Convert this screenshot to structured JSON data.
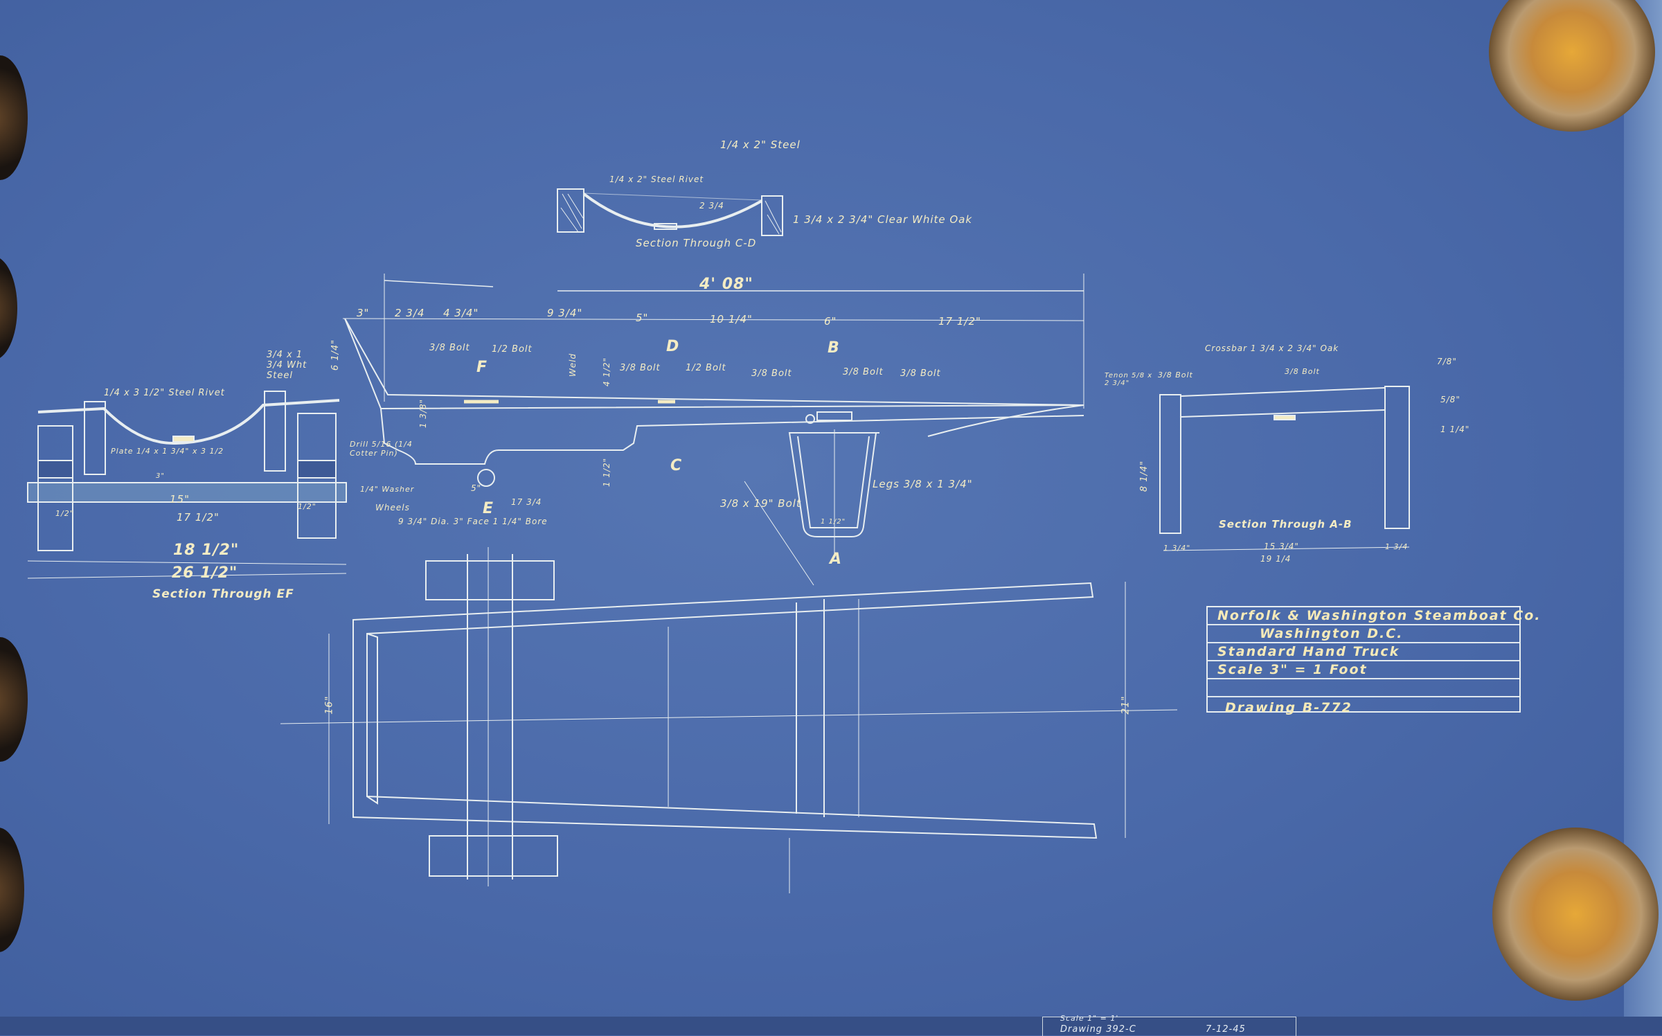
{
  "title_block": {
    "company": "Norfolk & Washington Steamboat Co.",
    "city": "Washington D.C.",
    "drawing_title": "Standard Hand Truck",
    "scale": "Scale 3\" = 1 Foot",
    "blank": "",
    "drawing_number": "Drawing B-772"
  },
  "underlying_sheet": {
    "scale": "Scale 1\" = 1'",
    "drawing": "Drawing 392-C",
    "date": "7-12-45"
  },
  "section_cd": {
    "label": "Section Through C-D",
    "steel_top": "1/4 x 2\" Steel",
    "rivet": "1/4 x 2\" Steel Rivet",
    "oak": "1 3/4 x 2 3/4\" Clear White Oak",
    "depth": "2 3/4"
  },
  "side_view": {
    "overall": "4' 08\"",
    "dims": [
      "3\"",
      "2 3/4",
      "4 3/4\"",
      "9 3/4\"",
      "5\"",
      "10 1/4\"",
      "6\"",
      "17 1/2\""
    ],
    "bolts": [
      "3/8 Bolt",
      "1/2 Bolt",
      "3/8 Bolt",
      "1/2 Bolt",
      "3/8 Bolt",
      "3/8 Bolt",
      "3/8 Bolt"
    ],
    "letters": [
      "F",
      "D",
      "B",
      "E",
      "C",
      "A"
    ],
    "weld": "Weld",
    "height_1": "6 1/4\"",
    "height_2": "1 3/8\"",
    "height_3": "4 1/2\"",
    "height_4": "1 1/2\"",
    "wheel_base": "5\"",
    "length_17": "17 3/4",
    "leg": "Legs 3/8 x 1 3/4\"",
    "bolt_19": "3/8 x 19\" Bolt",
    "leg_width": "1 1/2\""
  },
  "section_ef": {
    "label": "Section Through EF",
    "rivet": "1/4 x 3 1/2\" Steel Rivet",
    "wht_steel": "3/4 x 1 3/4 Wht Steel",
    "plate": "Plate 1/4 x 1 3/4\" x 3 1/2",
    "drill": "Drill 5/16 (1/4 Cotter Pin)",
    "washer": "1/4\" Washer",
    "wheels": "Wheels",
    "wheel_spec": "9 3/4\" Dia. 3\" Face 1 1/4\" Bore",
    "dims": [
      "15\"",
      "17 1/2\"",
      "18 1/2\"",
      "26 1/2\"",
      "1/2\"",
      "1/2\"",
      "3\""
    ]
  },
  "section_ab": {
    "label": "Section Through A-B",
    "crossbar": "Crossbar 1 3/4 x 2 3/4\" Oak",
    "tenon": "Tenon 5/8 x 2 3/4\"",
    "bolt_1": "3/8 Bolt",
    "bolt_2": "3/8 Bolt",
    "right_dims": [
      "7/8\"",
      "5/8\"",
      "1 1/4\""
    ],
    "height": "8 1/4\"",
    "dims": [
      "1 3/4\"",
      "15 3/4\"",
      "1 3/4",
      "19 1/4"
    ]
  },
  "plan_view": {
    "width_16": "16\"",
    "width_21": "21\""
  },
  "colors": {
    "paper": "#4a69a9",
    "line": "#e8eef0",
    "ink": "#f4ecc4"
  }
}
